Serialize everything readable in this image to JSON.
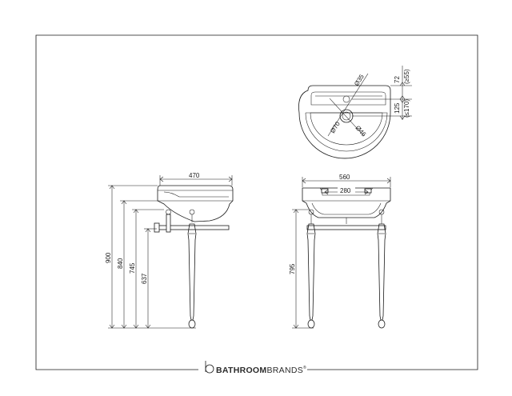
{
  "drawing": {
    "dimensions": {
      "side_depth": "470",
      "front_width": "560",
      "front_tap_spacing": "280",
      "height_total": "900",
      "height_basin": "840",
      "height_rail": "745",
      "height_bottom": "637",
      "height_legs": "795",
      "plan_tap_hole": "Ø35",
      "plan_outer_waste": "Ø70",
      "plan_inner_waste": "Ø46",
      "plan_back_depth": "72",
      "plan_back_depth_paren": "(≥55)",
      "plan_waste_offset": "125",
      "plan_waste_offset_paren": "(≤170)"
    },
    "brand": {
      "name_bold": "BATHROOM",
      "name_light": "BRANDS",
      "mark": "®"
    }
  }
}
